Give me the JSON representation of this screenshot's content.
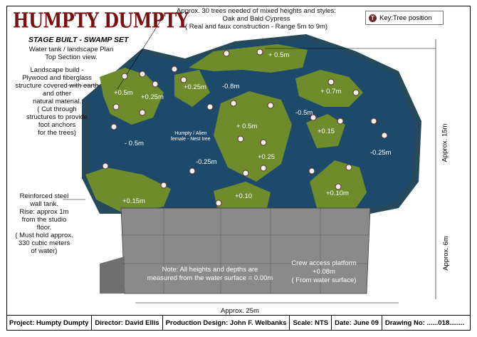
{
  "header": {
    "title": "HUMPTY DUMPTY",
    "subtitle": "STAGE BUILT - SWAMP SET",
    "desc1": "Water tank / landscape Plan",
    "desc2": "Top Section view."
  },
  "trees_note": [
    "Approx. 30 trees needed of mixed heights and styles:",
    "Oak and Bald Cypress",
    "( Real and faux construction - Range 5m to 9m)"
  ],
  "key": {
    "icon": "tree-position-marker",
    "symbol": "T",
    "label": "Key:Tree position"
  },
  "left_notes": {
    "landscape": [
      "Landscape build -",
      "Plywood and fiberglass",
      "structure covered with earth",
      "and other",
      "natural material.",
      "( Cut through",
      "structures to provide",
      "foot anchors",
      "for the trees)"
    ],
    "tank": [
      "Reinforced steel",
      "wall tank.",
      "Rise: approx 1m",
      "from the studio",
      "floor.",
      "( Must hold approx.",
      "330 cubic meters",
      "of water)"
    ]
  },
  "levels": [
    "+ 0.5m",
    "+0.5m",
    "+0.25m",
    "+0.25m",
    "-0.8m",
    "+ 0.7m",
    "-0.5m",
    "+ 0.5m",
    "+0.15",
    "- 0.5m",
    "-0.25m",
    "+0.25",
    "-0.25m",
    "+0.10",
    "+0.10m",
    "+0.15m"
  ],
  "nest_label": [
    "Humpty / Alien",
    "female - Nest tree"
  ],
  "platform_note": [
    "Note: All heights and depths are",
    "measured from the water surface = 0.00m"
  ],
  "crew_note": [
    "Crew access platform",
    "+0.08m",
    "( From water surface)"
  ],
  "dimensions": {
    "depth": "Approx. 15m",
    "platform": "Approx. 6m",
    "width": "Approx. 25m"
  },
  "title_block": {
    "project": "Project: Humpty Dumpty",
    "director": "Director: David Ellis",
    "design": "Production Design: John F. Welbanks",
    "scale": "Scale: NTS",
    "date": "Date: June 09",
    "drawing": "Drawing No: ......018........"
  },
  "colors": {
    "water": "#1d4a6b",
    "land": "#6e8c2c",
    "platform": "#8a8a8a",
    "title": "#7a1010",
    "tree": "#6b2a2a"
  }
}
